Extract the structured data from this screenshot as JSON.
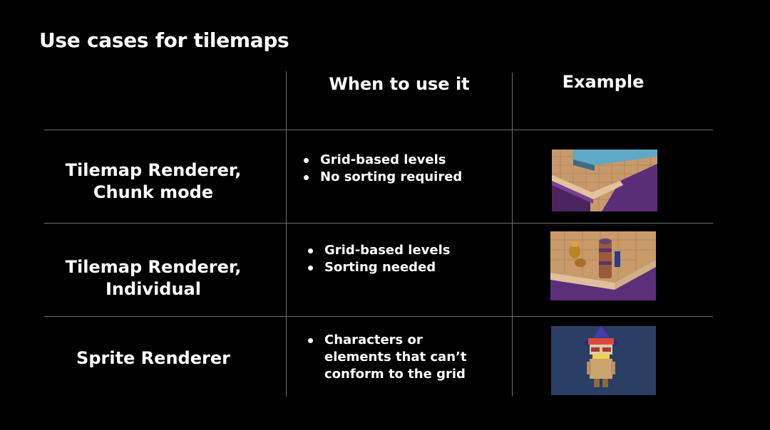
{
  "slide": {
    "title": "Use cases for tilemaps"
  },
  "table": {
    "headers": [
      "When to use it",
      "Example"
    ],
    "rows": [
      {
        "label_lines": [
          "Tilemap Renderer,",
          "Chunk mode"
        ],
        "bullets": [
          "Grid-based levels",
          "No sorting required"
        ],
        "example_icon": "isometric-tilemap-path-image"
      },
      {
        "label_lines": [
          "Tilemap Renderer,",
          "Individual"
        ],
        "bullets": [
          "Grid-based levels",
          "Sorting needed"
        ],
        "example_icon": "isometric-tilemap-objects-image"
      },
      {
        "label_lines": [
          "Sprite Renderer"
        ],
        "bullets": [
          "Characters or elements that can’t conform to the grid"
        ],
        "example_icon": "wizard-character-sprite-image"
      }
    ]
  },
  "colors": {
    "background": "#000000",
    "text": "#ffffff",
    "grid_lines": "#6e6e6e"
  }
}
